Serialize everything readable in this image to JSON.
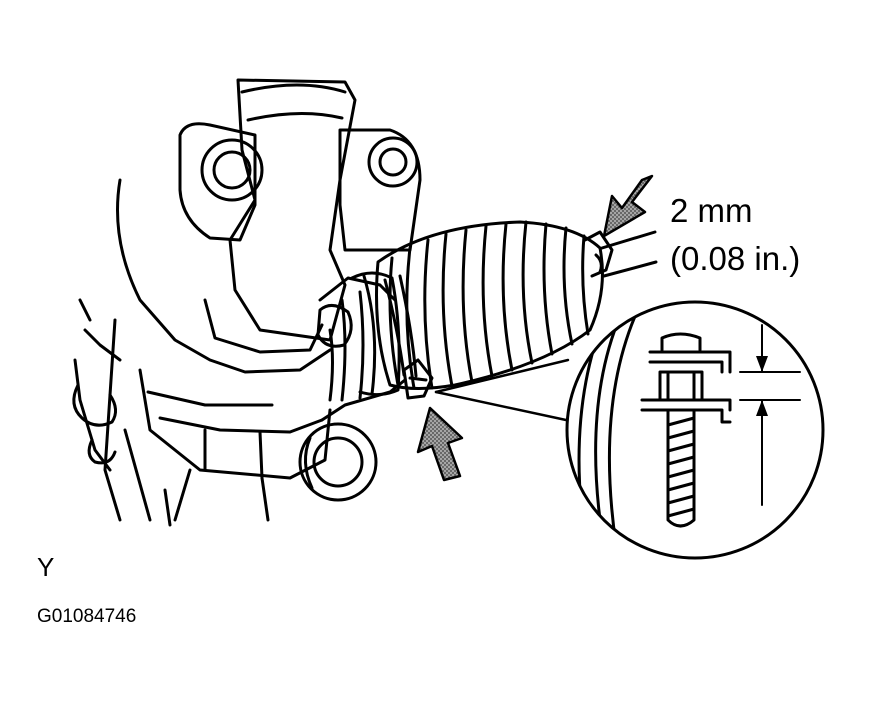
{
  "dimension": {
    "metric": "2 mm",
    "imperial": "(0.08 in.)"
  },
  "view_label": "Y",
  "figure_code": "G01084746",
  "colors": {
    "ink": "#000000",
    "paper": "#ffffff",
    "arrow_fill": "#8c8c8c"
  }
}
